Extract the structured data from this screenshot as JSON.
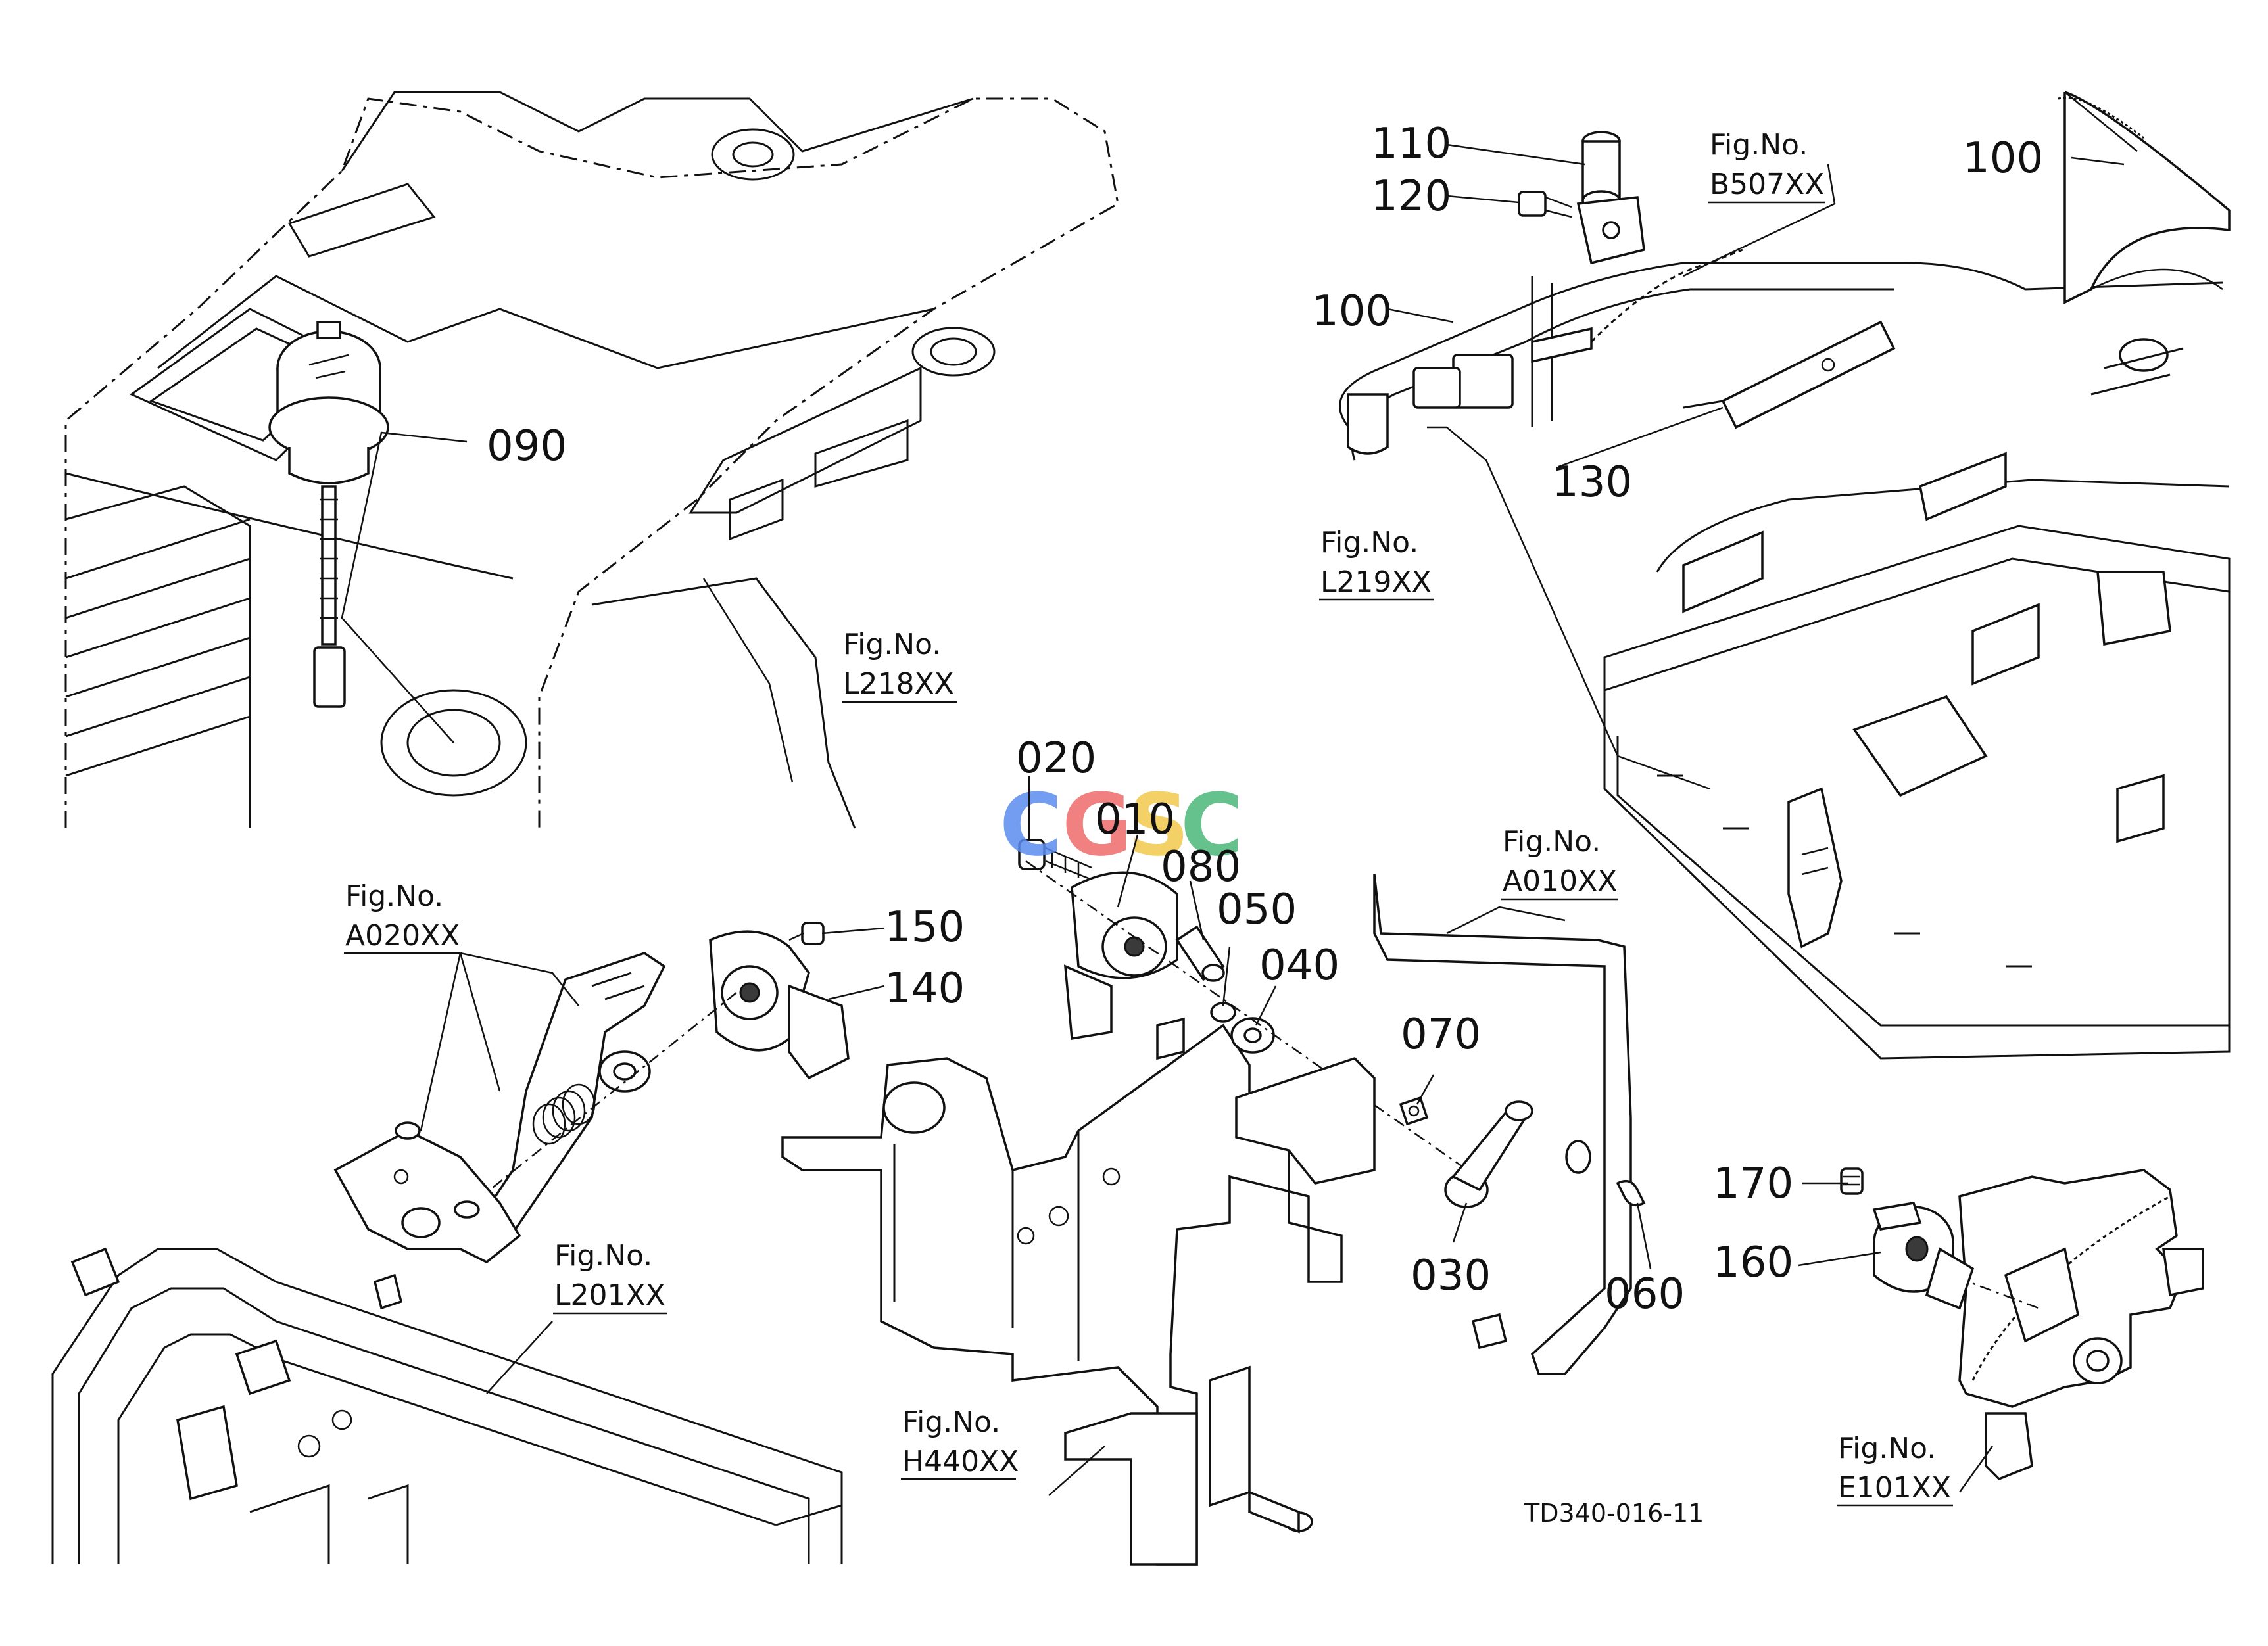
{
  "diagram": {
    "parts": [
      {
        "id": "p010",
        "label": "010"
      },
      {
        "id": "p020",
        "label": "020"
      },
      {
        "id": "p030",
        "label": "030"
      },
      {
        "id": "p040",
        "label": "040"
      },
      {
        "id": "p050",
        "label": "050"
      },
      {
        "id": "p060",
        "label": "060"
      },
      {
        "id": "p070",
        "label": "070"
      },
      {
        "id": "p080",
        "label": "080"
      },
      {
        "id": "p090",
        "label": "090"
      },
      {
        "id": "p100a",
        "label": "100"
      },
      {
        "id": "p100b",
        "label": "100"
      },
      {
        "id": "p110",
        "label": "110"
      },
      {
        "id": "p120",
        "label": "120"
      },
      {
        "id": "p130",
        "label": "130"
      },
      {
        "id": "p140",
        "label": "140"
      },
      {
        "id": "p150",
        "label": "150"
      },
      {
        "id": "p160",
        "label": "160"
      },
      {
        "id": "p170",
        "label": "170"
      }
    ],
    "fig_refs": [
      {
        "id": "L218",
        "prefix": "Fig.No.",
        "code": "L218XX"
      },
      {
        "id": "B507",
        "prefix": "Fig.No.",
        "code": "B507XX"
      },
      {
        "id": "L219",
        "prefix": "Fig.No.",
        "code": "L219XX"
      },
      {
        "id": "A020",
        "prefix": "Fig.No.",
        "code": "A020XX"
      },
      {
        "id": "A010",
        "prefix": "Fig.No.",
        "code": "A010XX"
      },
      {
        "id": "L201",
        "prefix": "Fig.No.",
        "code": "L201XX"
      },
      {
        "id": "H440",
        "prefix": "Fig.No.",
        "code": "H440XX"
      },
      {
        "id": "E101",
        "prefix": "Fig.No.",
        "code": "E101XX"
      }
    ],
    "drawing_code": "TD340-016-11",
    "watermark": {
      "text": "CGSC",
      "colors": [
        "#5b8def",
        "#ef6a6a",
        "#f2c94c",
        "#4cb87a"
      ]
    }
  }
}
